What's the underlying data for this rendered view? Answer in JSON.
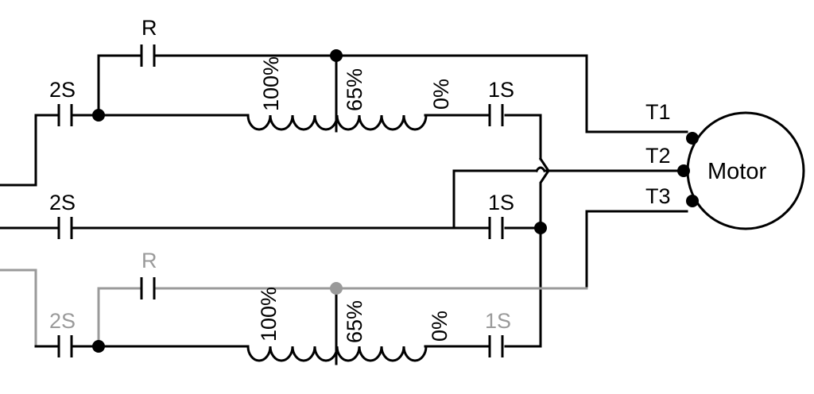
{
  "labels": {
    "r_top": "R",
    "two_s_1": "2S",
    "two_s_2": "2S",
    "two_s_3": "2S",
    "one_s_1": "1S",
    "one_s_2": "1S",
    "one_s_3": "1S",
    "r_bottom": "R",
    "tap_100_top": "100%",
    "tap_65_top": "65%",
    "tap_0_top": "0%",
    "tap_100_bottom": "100%",
    "tap_65_bottom": "65%",
    "tap_0_bottom": "0%",
    "t1": "T1",
    "t2": "T2",
    "t3": "T3",
    "motor": "Motor"
  },
  "colors": {
    "line": "#000000",
    "faded_line": "#9a9a9a",
    "background": "#ffffff"
  }
}
